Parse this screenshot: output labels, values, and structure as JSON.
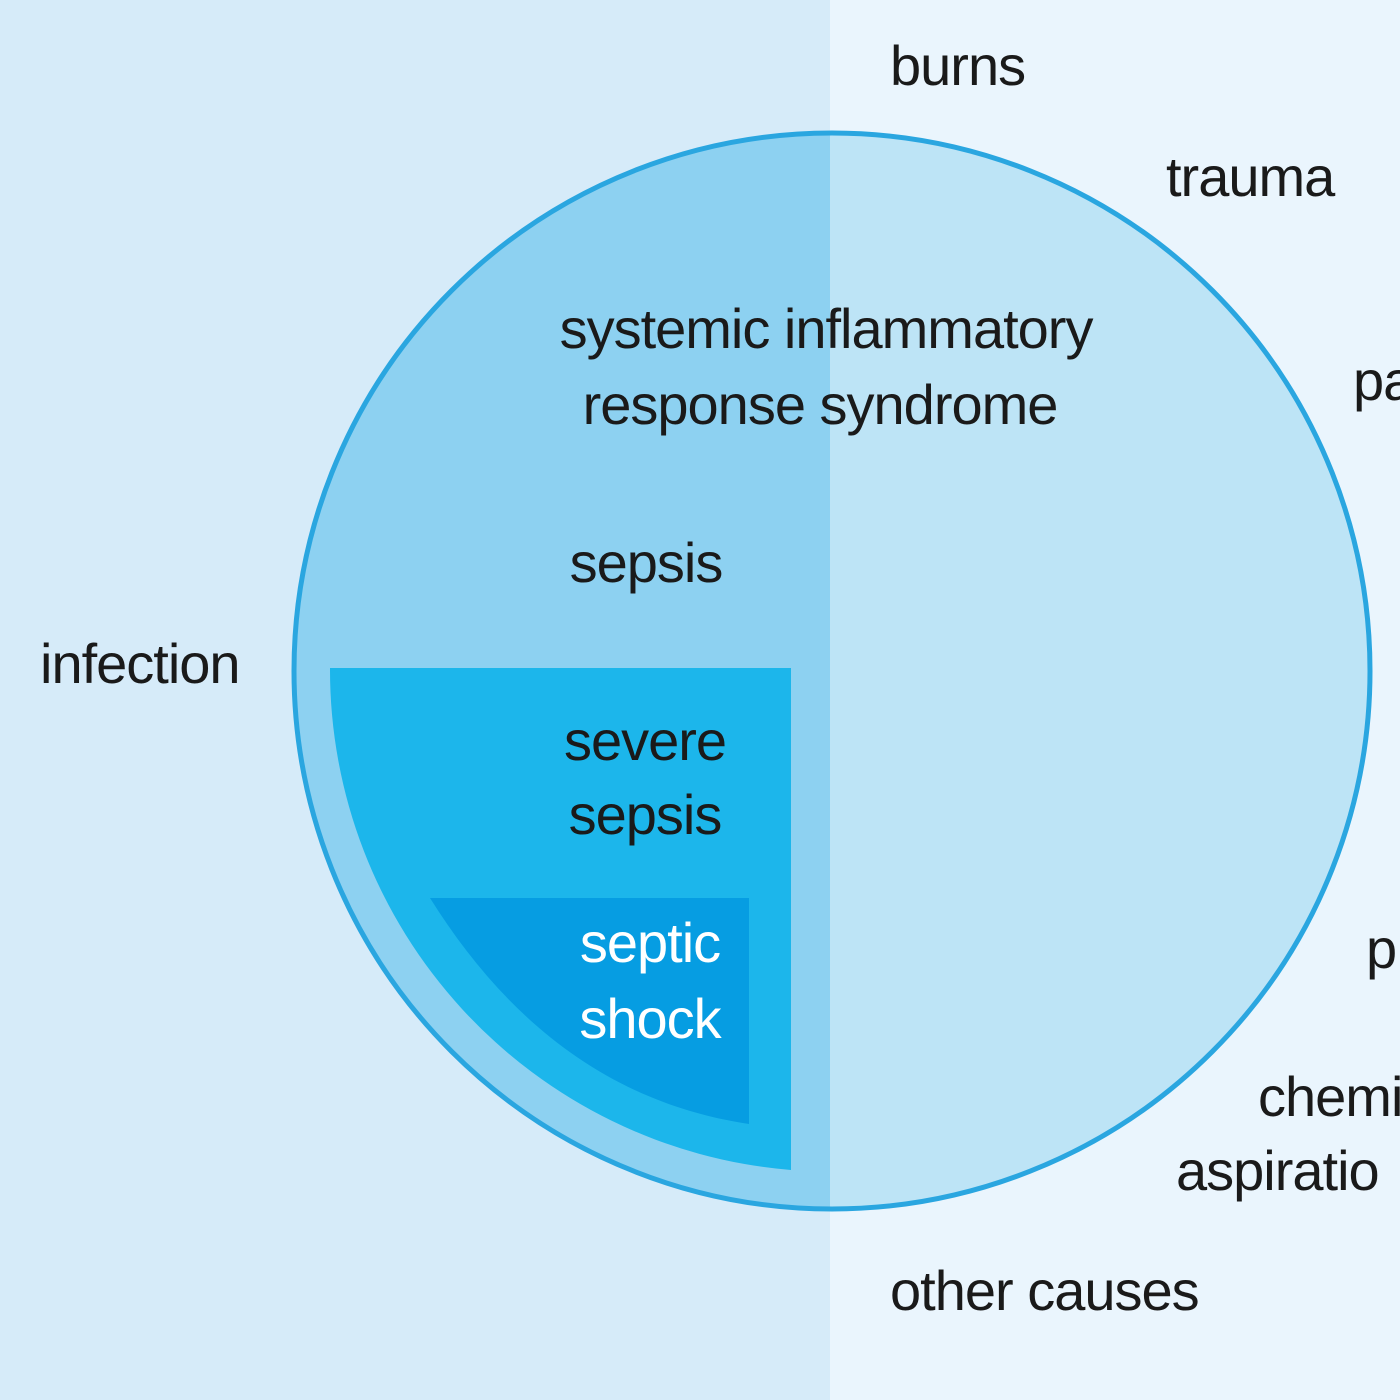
{
  "colors": {
    "left_background": "#d6ebf9",
    "right_background": "#eaf5fd",
    "sirs_infection_half": "#8dd1f1",
    "sirs_other_half": "#bde4f6",
    "circle_outline": "#2aa6e0",
    "severe_sepsis": "#1cb6eb",
    "septic_shock": "#069de2",
    "text_dark": "#1a1a1a",
    "text_light": "#ffffff"
  },
  "labels": {
    "infection": "infection",
    "burns": "burns",
    "trauma": "trauma",
    "pancreatitis_partial": "pa",
    "pneumonia_partial": "p",
    "chemical_line1_partial": "chemi",
    "aspiration_line2_partial": "aspiratio",
    "other_causes": "other causes",
    "sirs_line1": "systemic inflammatory",
    "sirs_line2": "response syndrome",
    "sepsis": "sepsis",
    "severe_sepsis_line1": "severe",
    "severe_sepsis_line2": "sepsis",
    "septic_shock_line1": "septic",
    "septic_shock_line2": "shock"
  }
}
